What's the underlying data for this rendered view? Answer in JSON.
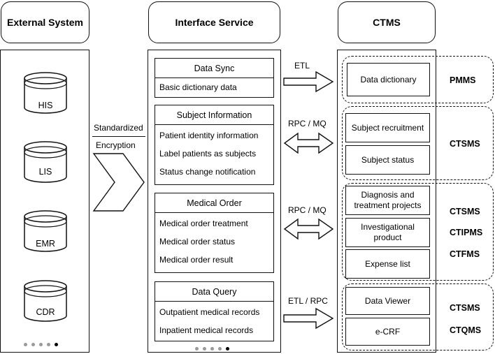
{
  "headers": {
    "external": "External System",
    "interface": "Interface Service",
    "ctms": "CTMS"
  },
  "external_systems": [
    "HIS",
    "LIS",
    "EMR",
    "CDR"
  ],
  "security": {
    "line1": "Standardized",
    "line2": "Encryption"
  },
  "interface_groups": [
    {
      "title": "Data Sync",
      "items": [
        "Basic dictionary data"
      ]
    },
    {
      "title": "Subject Information",
      "items": [
        "Patient identity information",
        "Label patients as subjects",
        "Status change notification"
      ]
    },
    {
      "title": "Medical Order",
      "items": [
        "Medical order treatment",
        "Medical order status",
        "Medical order result"
      ]
    },
    {
      "title": "Data Query",
      "items": [
        "Outpatient medical records",
        "Inpatient medical records"
      ]
    }
  ],
  "connections": [
    "ETL",
    "RPC / MQ",
    "RPC / MQ",
    "ETL / RPC"
  ],
  "ctms_modules": [
    "Data dictionary",
    "Subject recruitment",
    "Subject status",
    "Diagnosis and treatment projects",
    "Investigational product",
    "Expense list",
    "Data Viewer",
    "e-CRF"
  ],
  "ctms_subsystems": [
    "PMMS",
    "CTSMS",
    "CTSMS",
    "CTIPMS",
    "CTFMS",
    "CTSMS",
    "CTQMS"
  ],
  "pagination": {
    "total": 5,
    "active": 5
  }
}
